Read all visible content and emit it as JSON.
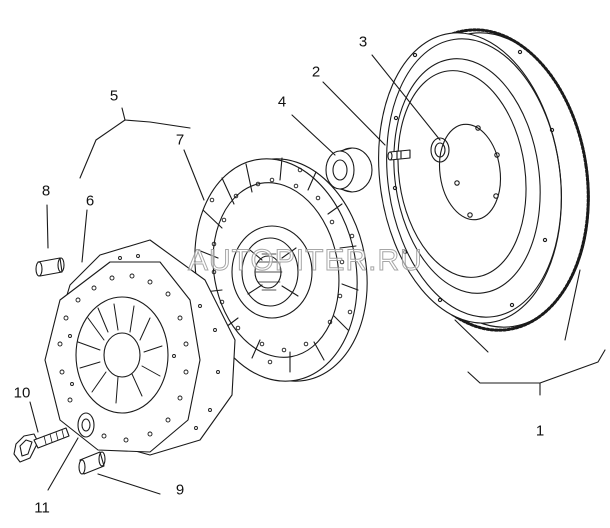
{
  "diagram": {
    "watermark": "AUTOPITER.RU",
    "callouts": [
      {
        "id": "1",
        "label": "1"
      },
      {
        "id": "2",
        "label": "2"
      },
      {
        "id": "3",
        "label": "3"
      },
      {
        "id": "4",
        "label": "4"
      },
      {
        "id": "5",
        "label": "5"
      },
      {
        "id": "6",
        "label": "6"
      },
      {
        "id": "7",
        "label": "7"
      },
      {
        "id": "8",
        "label": "8"
      },
      {
        "id": "9",
        "label": "9"
      },
      {
        "id": "10",
        "label": "10"
      },
      {
        "id": "11",
        "label": "11"
      }
    ]
  },
  "colors": {
    "line": "#1a1a1a",
    "fill": "#ffffff"
  }
}
